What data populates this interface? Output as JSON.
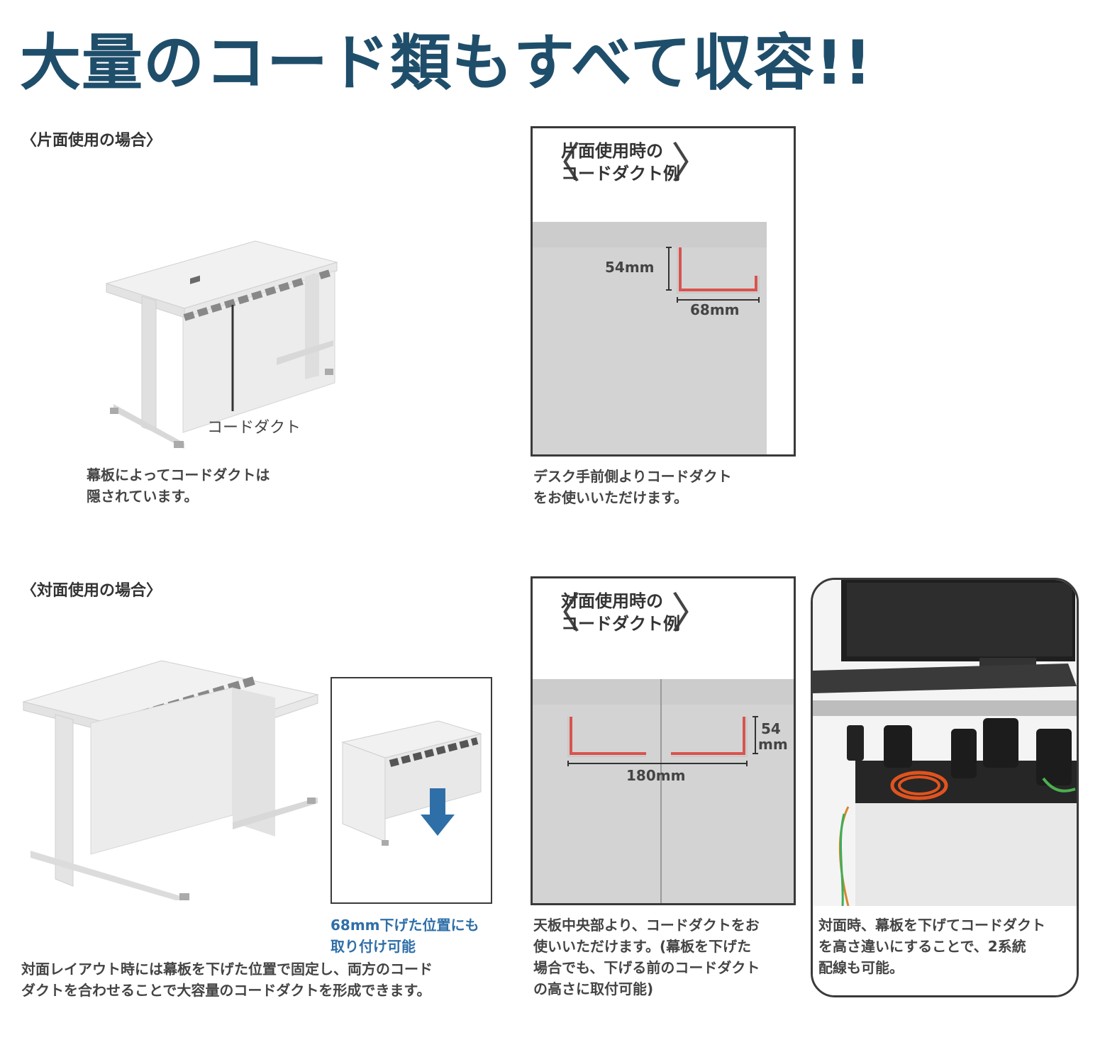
{
  "title": "大量のコード類もすべて収容!!",
  "single_side": {
    "label": "〈片面使用の場合〉",
    "desk_callout": "コードダクト",
    "desk_caption_line1": "幕板によってコードダクトは",
    "desk_caption_line2": "隠されています。",
    "panel_heading_line1": "片面使用時の",
    "panel_heading_line2": "コードダクト例",
    "dim_height": "54mm",
    "dim_width": "68mm",
    "panel_caption_line1": "デスク手前側よりコードダクト",
    "panel_caption_line2": "をお使いいただけます。"
  },
  "double_side": {
    "label": "〈対面使用の場合〉",
    "small_caption_line1": "68mm下げた位置にも",
    "small_caption_line2": "取り付け可能",
    "desk_caption_line1": "対面レイアウト時には幕板を下げた位置で固定し、両方のコード",
    "desk_caption_line2": "ダクトを合わせることで大容量のコードダクトを形成できます。",
    "panel_heading_line1": "対面使用時の",
    "panel_heading_line2": "コードダクト例",
    "dim_height_top": "54",
    "dim_height_bottom": "mm",
    "dim_width": "180mm",
    "panel_caption_line1": "天板中央部より、コードダクトをお",
    "panel_caption_line2": "使いいただけます。(幕板を下げた",
    "panel_caption_line3": "場合でも、下げる前のコードダクト",
    "panel_caption_line4": "の高さに取付可能)",
    "photo_caption_line1": "対面時、幕板を下げてコードダクト",
    "photo_caption_line2": "を高さ違いにすることで、2系統",
    "photo_caption_line3": "配線も可能。"
  },
  "colors": {
    "title": "#1f4e6b",
    "duct_red": "#d9534f",
    "arrow_blue": "#2f6fa8",
    "wall_gray": "#d3d3d3"
  }
}
